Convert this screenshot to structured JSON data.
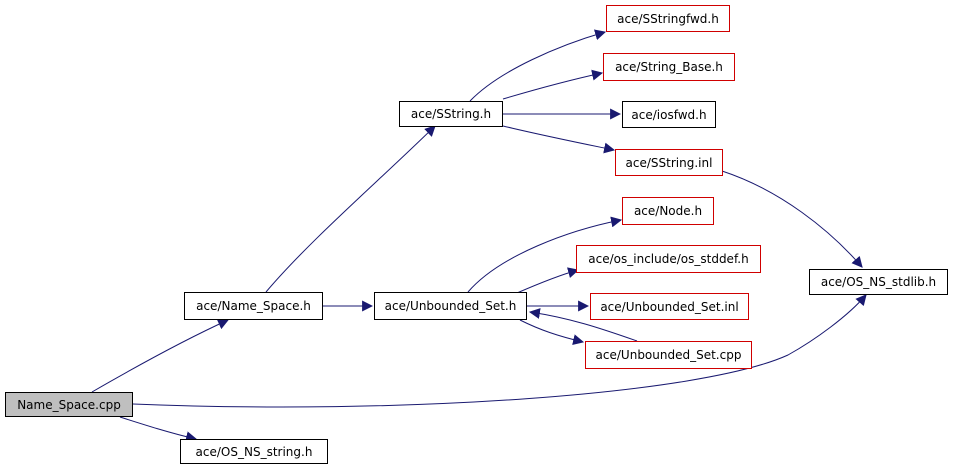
{
  "colors": {
    "edge": "#191970",
    "node_border": "#000000",
    "unresolved_border": "#d00000",
    "root_fill": "#bfbfbf",
    "background": "#ffffff"
  },
  "nodes": {
    "name_space_cpp": {
      "label": "Name_Space.cpp"
    },
    "name_space_h": {
      "label": "ace/Name_Space.h"
    },
    "os_ns_string_h": {
      "label": "ace/OS_NS_string.h"
    },
    "sstring_h": {
      "label": "ace/SString.h"
    },
    "unbounded_set_h": {
      "label": "ace/Unbounded_Set.h"
    },
    "sstringfwd_h": {
      "label": "ace/SStringfwd.h"
    },
    "string_base_h": {
      "label": "ace/String_Base.h"
    },
    "iosfwd_h": {
      "label": "ace/iosfwd.h"
    },
    "sstring_inl": {
      "label": "ace/SString.inl"
    },
    "node_h": {
      "label": "ace/Node.h"
    },
    "os_stddef_h": {
      "label": "ace/os_include/os_stddef.h"
    },
    "unbounded_set_inl": {
      "label": "ace/Unbounded_Set.inl"
    },
    "unbounded_set_cpp": {
      "label": "ace/Unbounded_Set.cpp"
    },
    "os_ns_stdlib_h": {
      "label": "ace/OS_NS_stdlib.h"
    }
  }
}
